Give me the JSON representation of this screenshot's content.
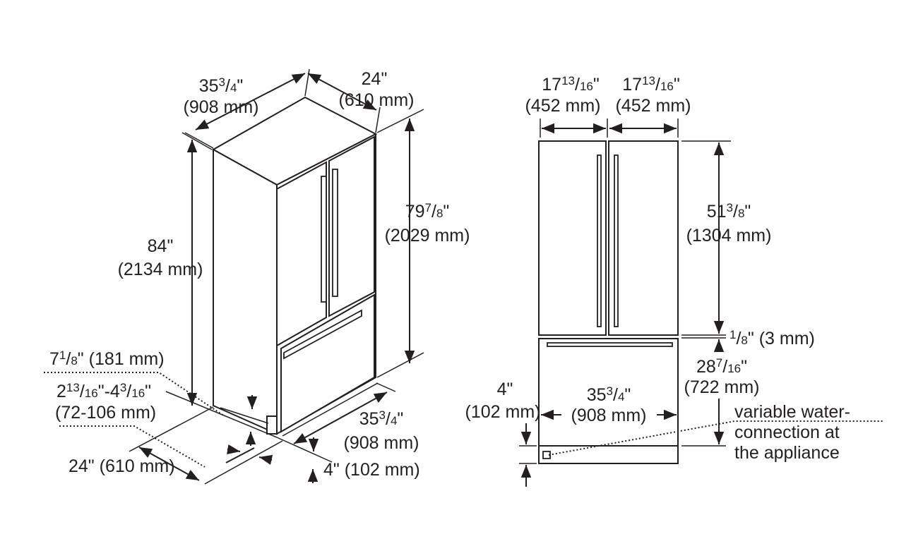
{
  "iso_view": {
    "width_top": {
      "imperial": "35 3/4\"",
      "metric": "(908 mm)"
    },
    "depth_top": {
      "imperial": "24\"",
      "metric": "(610 mm)"
    },
    "overall_height": {
      "imperial": "84\"",
      "metric": "(2134 mm)"
    },
    "cabinet_height": {
      "imperial": "79 7/8\"",
      "metric": "(2029 mm)"
    },
    "toe_kick_height": {
      "label": "7 1/8\" (181 mm)"
    },
    "toe_kick_depth": {
      "imperial": "2 13/16\"-4 3/16\"",
      "metric": "(72-106 mm)"
    },
    "width_bottom": {
      "imperial": "35 3/4\"",
      "metric": "(908 mm)"
    },
    "depth_bottom": {
      "label": "24\" (610 mm)"
    },
    "base_height": {
      "label": "4\" (102 mm)"
    }
  },
  "front_view": {
    "left_door_width": {
      "imperial": "17 13/16\"",
      "metric": "(452 mm)"
    },
    "right_door_width": {
      "imperial": "17 13/16\"",
      "metric": "(452 mm)"
    },
    "door_height": {
      "imperial": "51 3/8\"",
      "metric": "(1304 mm)"
    },
    "gap": {
      "label": "1/8\" (3 mm)"
    },
    "drawer_height": {
      "imperial": "28 7/16\"",
      "metric": "(722 mm)"
    },
    "base_height": {
      "imperial": "4\"",
      "metric": "(102 mm)"
    },
    "width": {
      "imperial": "35 3/4\"",
      "metric": "(908 mm)"
    },
    "water_note": {
      "line1": "variable water-",
      "line2": "connection at",
      "line3": "the appliance"
    }
  }
}
